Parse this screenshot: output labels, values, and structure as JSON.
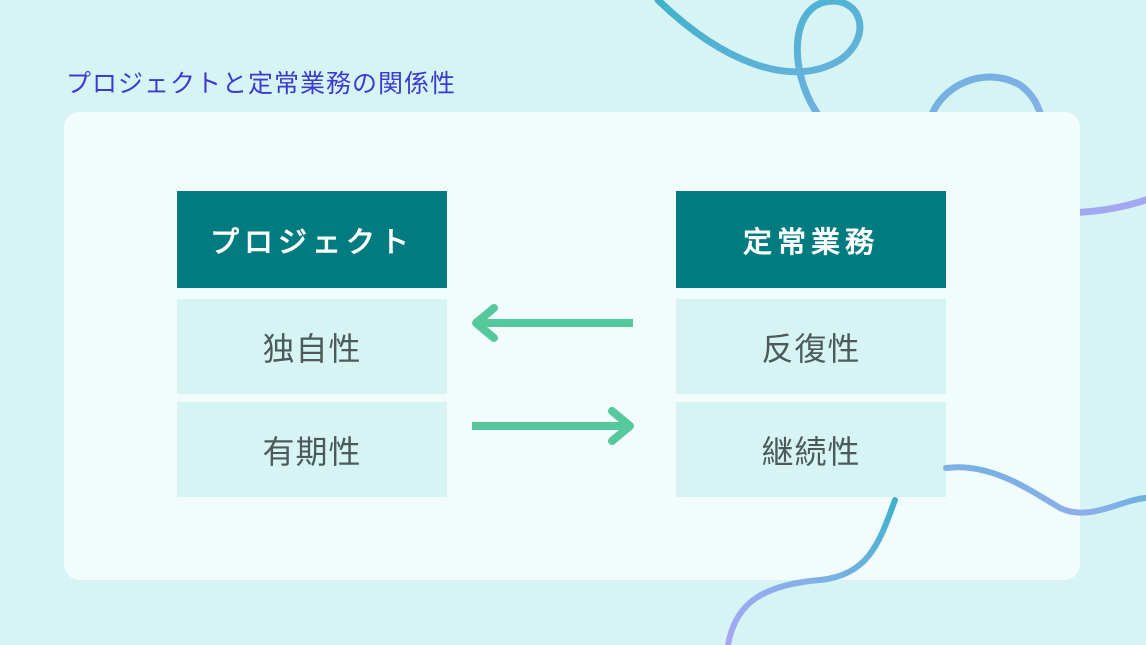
{
  "slide": {
    "title": "プロジェクトと定常業務の関係性"
  },
  "left_column": {
    "header": "プロジェクト",
    "items": [
      "独自性",
      "有期性"
    ]
  },
  "right_column": {
    "header": "定常業務",
    "items": [
      "反復性",
      "継続性"
    ]
  },
  "arrows": [
    {
      "direction": "left",
      "from": "反復性",
      "to": "独自性"
    },
    {
      "direction": "right",
      "from": "有期性",
      "to": "継続性"
    }
  ],
  "colors": {
    "background": "#d6f4f4",
    "panel": "#f3fcfc",
    "header": "#007c80",
    "cell": "#d7f4f4",
    "title": "#3d3bcf",
    "arrow": "#55c99b",
    "ribbon_start": "#3fb2cc",
    "ribbon_end": "#a8a6f5"
  }
}
